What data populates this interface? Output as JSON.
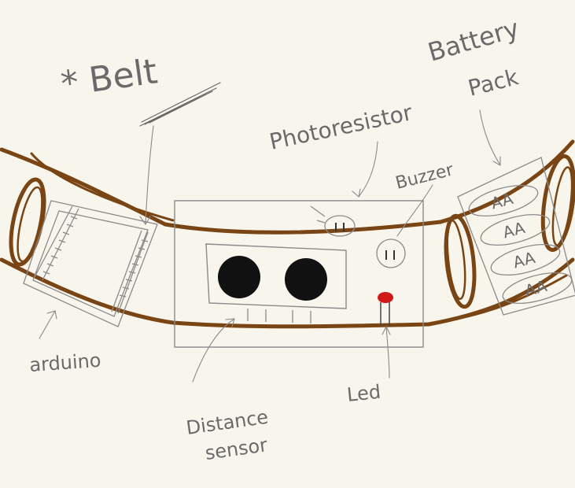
{
  "labels": {
    "belt": "* Belt",
    "photoresistor": "Photoresistor",
    "buzzer": "Buzzer",
    "battery_line1": "Battery",
    "battery_line2": "Pack",
    "arduino": "arduino",
    "distance_line1": "Distance",
    "distance_line2": "sensor",
    "led": "Led"
  },
  "battery_cells": [
    "AA",
    "AA",
    "AA",
    "AA"
  ],
  "colors": {
    "paper": "#f8f6ec",
    "belt": "#7a4514",
    "pencil": "#8a8a8a",
    "ink": "#111111",
    "led": "#d01818"
  }
}
